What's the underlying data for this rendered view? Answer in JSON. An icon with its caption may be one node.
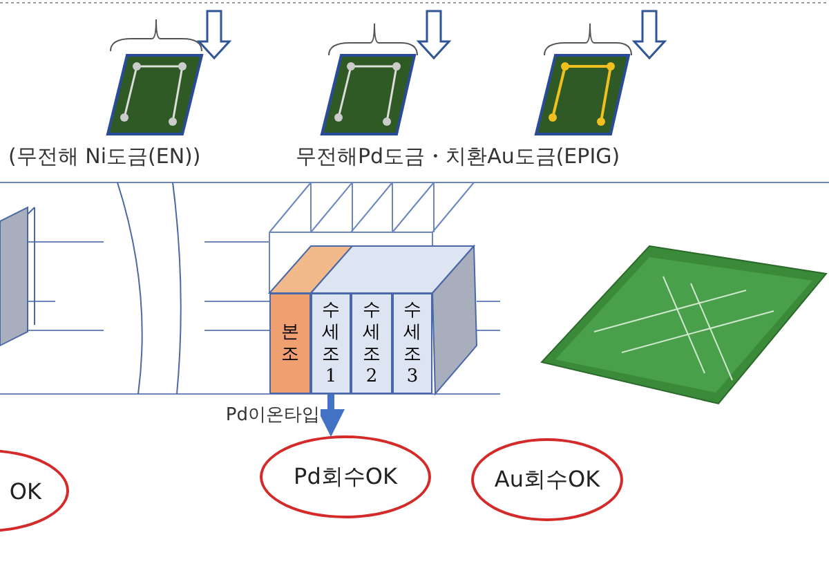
{
  "diagram": {
    "nodes": [
      {
        "text": [
          "본조"
        ]
      },
      {
        "text": [
          "수세조1"
        ]
      },
      {
        "text": [
          "수세조2"
        ]
      },
      {
        "text": [
          "수세조3"
        ]
      },
      {
        "text": [
          "OK"
        ]
      },
      {
        "text": [
          "Pd회수OK"
        ]
      },
      {
        "text": [
          "Au회수OK"
        ]
      }
    ],
    "edges": [
      {
        "from": 1,
        "to": 5,
        "arrow": "to",
        "label": "Pd이온타입"
      }
    ],
    "labels": [
      "(무전해 Ni도금(EN))",
      "무전해Pd도금・치환Au도금(EPIG)"
    ]
  }
}
